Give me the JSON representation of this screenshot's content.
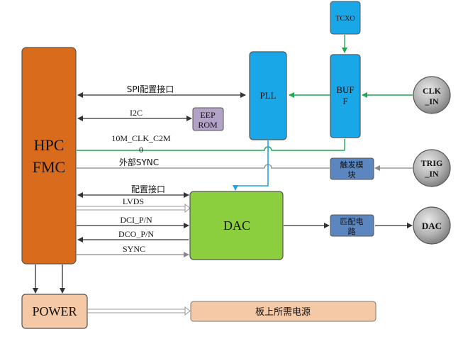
{
  "blocks": {
    "hpc_fmc": [
      "HPC",
      "FMC"
    ],
    "power": "POWER",
    "eeprom": [
      "EEP",
      "ROM"
    ],
    "pll": "PLL",
    "buf": [
      "BUF",
      "F"
    ],
    "tcxo": "TCXO",
    "dac": "DAC",
    "trigger": [
      "触发模",
      "块"
    ],
    "match": [
      "匹配电",
      "路"
    ],
    "board_power": "板上所需电源"
  },
  "ports": {
    "clk_in": [
      "CLK",
      "_IN"
    ],
    "trig_in": [
      "TRIG",
      "_IN"
    ],
    "dac_out": "DAC"
  },
  "signals": {
    "spi": "SPI配置接口",
    "i2c": "I2C",
    "clk10m": [
      "10M_CLK_C2M",
      "0"
    ],
    "ext_sync": "外部SYNC",
    "config": "配置接口",
    "lvds": "LVDS",
    "dci": "DCI_P/N",
    "dco": "DCO_P/N",
    "sync": "SYNC"
  },
  "colors": {
    "fmc": "#d86c1c",
    "clock_blue": "#1aa7e8",
    "gray_blue": "#5b86c0",
    "eeprom": "#b3a2c7",
    "dac": "#8bcf3f",
    "peach": "#f6c9a6",
    "green_line": "#1aaa55",
    "port": "#9e9e9e"
  }
}
